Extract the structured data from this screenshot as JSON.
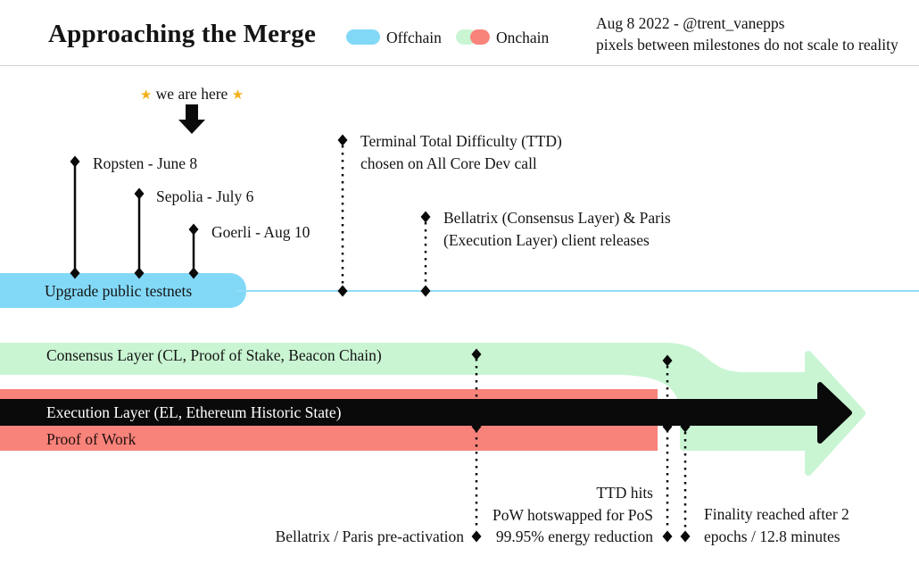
{
  "header": {
    "title": "Approaching the Merge",
    "legend": {
      "offchain": "Offchain",
      "onchain": "Onchain"
    },
    "credit": "Aug 8 2022 - @trent_vanepps",
    "note": "pixels between milestones do not scale to reality"
  },
  "colors": {
    "offchain_blue": "#82d9f7",
    "onchain_green": "#c9f5d3",
    "onchain_red": "#f8837b",
    "ink": "#0a0a0a",
    "star_gold": "#f3b01c"
  },
  "pointer": {
    "star": "★",
    "label": "we are here"
  },
  "milestones": [
    {
      "label": "Ropsten - June 8"
    },
    {
      "label": "Sepolia - July 6"
    },
    {
      "label": "Goerli - Aug 10"
    }
  ],
  "events": {
    "ttd_line1": "Terminal Total Difficulty (TTD)",
    "ttd_line2": "chosen on All Core Dev call",
    "bellatrix_line1": "Bellatrix (Consensus Layer) & Paris",
    "bellatrix_line2": "(Execution Layer) client releases"
  },
  "tracks": {
    "offchain": "Upgrade public testnets",
    "consensus": "Consensus Layer (CL, Proof of Stake, Beacon Chain)",
    "execution": "Execution Layer (EL, Ethereum Historic State)",
    "pow": "Proof of Work"
  },
  "outcomes": {
    "preactivation": "Bellatrix / Paris pre-activation",
    "ttd_hits_1": "TTD hits",
    "ttd_hits_2": "PoW hotswapped for PoS",
    "ttd_hits_3": "99.95% energy reduction",
    "finality_1": "Finality reached after 2",
    "finality_2": "epochs / 12.8 minutes"
  }
}
